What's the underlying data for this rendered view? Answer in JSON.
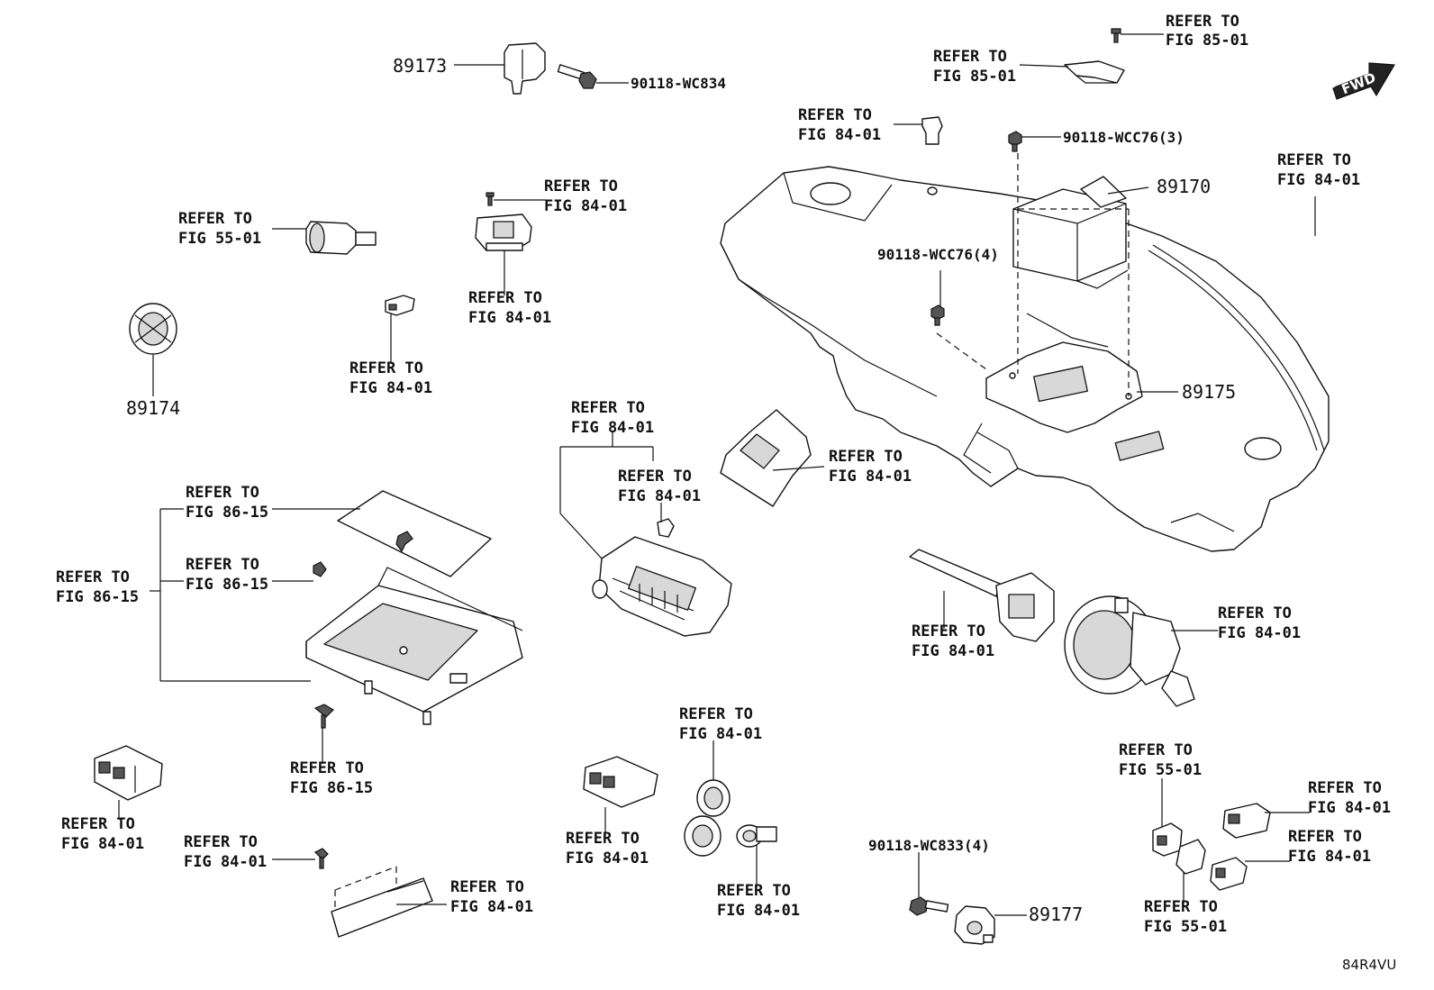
{
  "diagram": {
    "refer_line1": "REFER TO",
    "fig_84_01": "FIG 84-01",
    "fig_85_01": "FIG 85-01",
    "fig_86_15": "FIG 86-15",
    "fig_55_01": "FIG 55-01",
    "parts": {
      "p89173": "89173",
      "p89174": "89174",
      "p89170": "89170",
      "p89175": "89175",
      "p89177": "89177",
      "bolt_wc834": "90118-WC834",
      "bolt_wcc76_3": "90118-WCC76(3)",
      "bolt_wcc76_4": "90118-WCC76(4)",
      "bolt_wc833_4": "90118-WC833(4)"
    },
    "fwd": "FWD",
    "code": "84R4VU"
  }
}
